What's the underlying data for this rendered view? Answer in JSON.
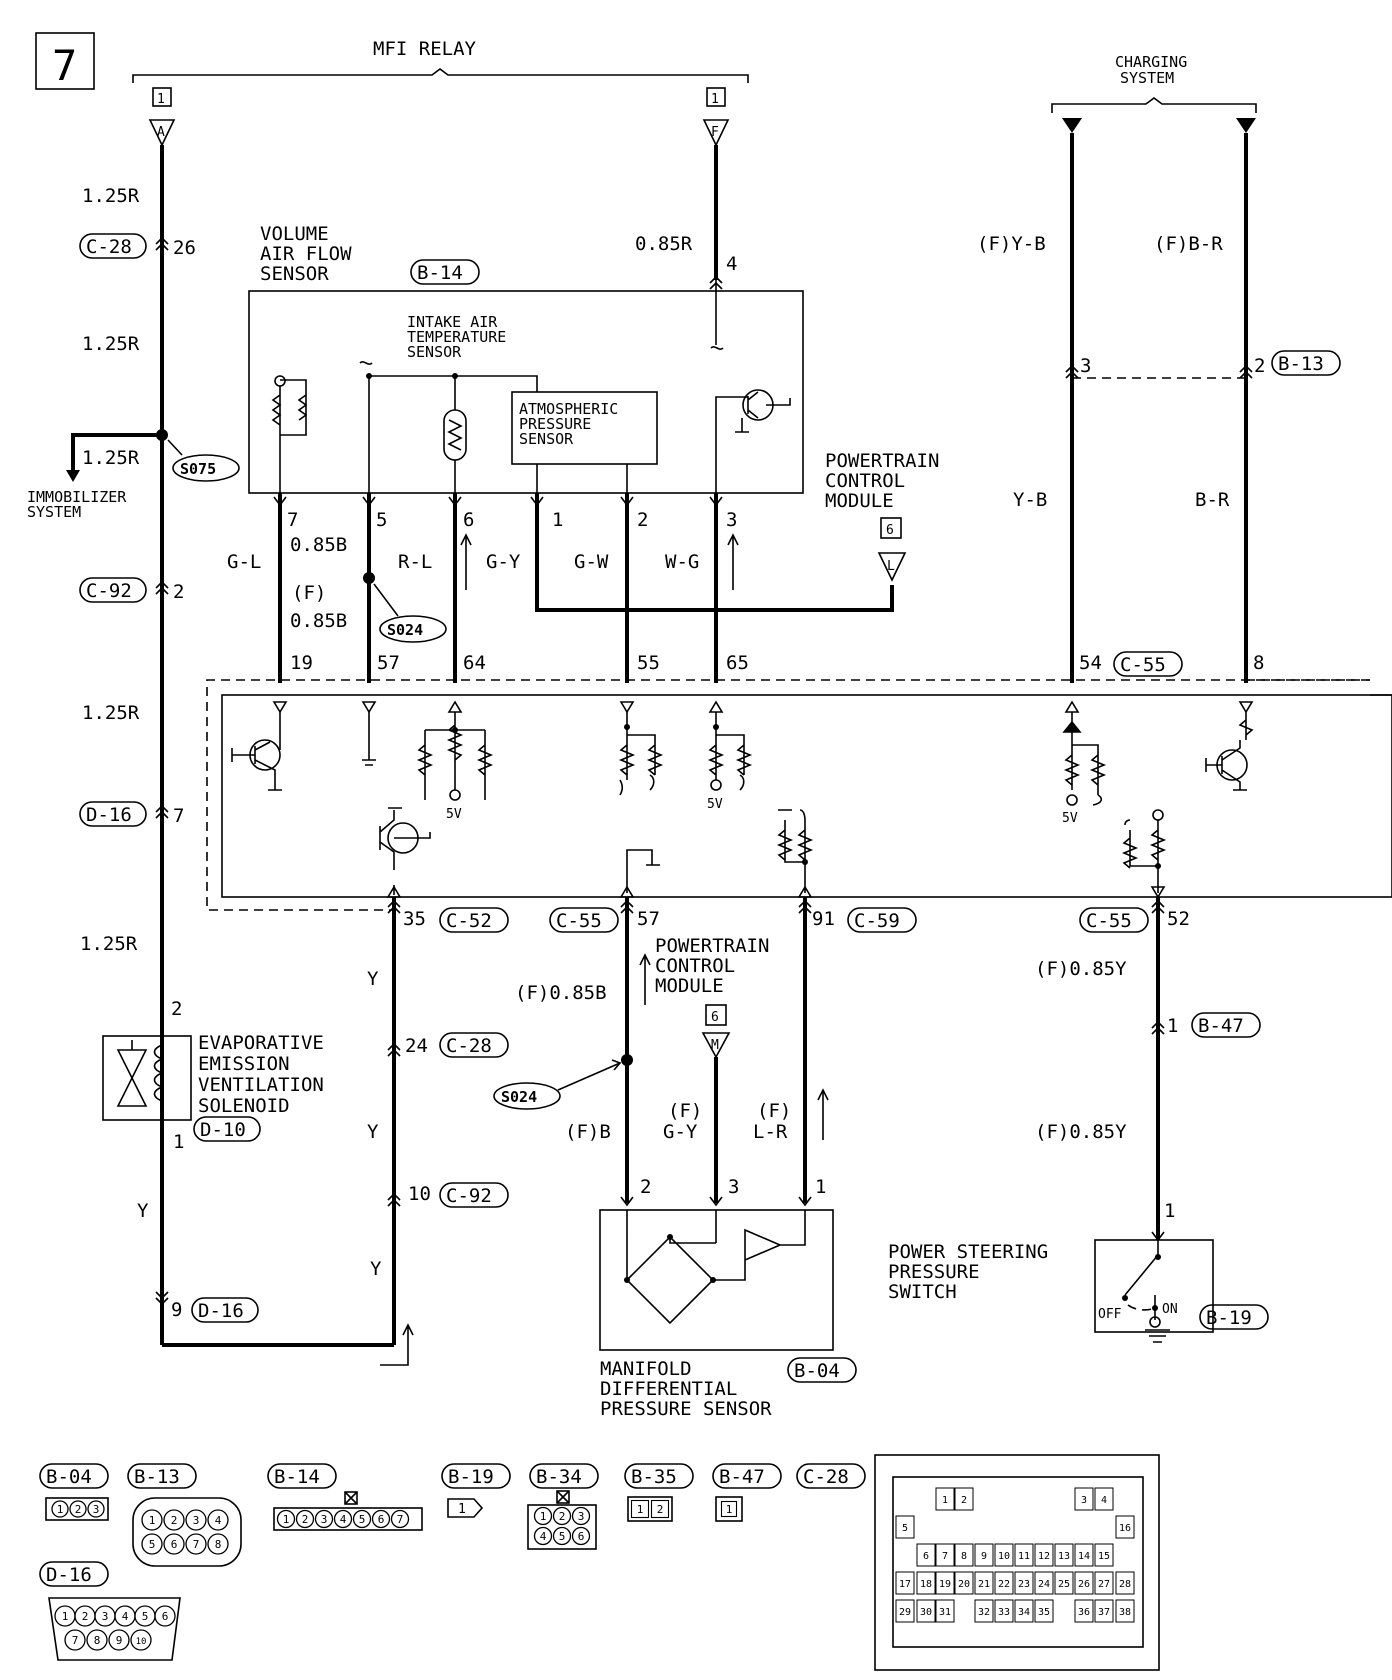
{
  "page_number": "7",
  "mfi_relay": {
    "title": "MFI RELAY",
    "ref_a": "1",
    "pin_a": "A",
    "ref_f": "1",
    "pin_f": "F"
  },
  "charging_system": {
    "line1": "CHARGING",
    "line2": "SYSTEM"
  },
  "left_wire": {
    "w1": "1.25R",
    "c28": "C-28",
    "c28_pin": "26",
    "w2": "1.25R",
    "w3": "1.25R",
    "s075": "S075",
    "immobilizer_1": "IMMOBILIZER",
    "immobilizer_2": "SYSTEM",
    "c92": "C-92",
    "c92_pin": "2",
    "w4": "1.25R",
    "d16": "D-16",
    "d16_pin": "7",
    "w5": "1.25R",
    "sol_pin_top": "2",
    "sol_pin_bot": "1",
    "d10": "D-10",
    "w6": "Y",
    "d16_b": "D-16",
    "d16_b_pin": "9"
  },
  "evap": {
    "line1": "EVAPORATIVE",
    "line2": "EMISSION",
    "line3": "VENTILATION",
    "line4": "SOLENOID"
  },
  "maf": {
    "line1": "VOLUME",
    "line2": "AIR FLOW",
    "line3": "SENSOR",
    "conn": "B-14",
    "iat1": "INTAKE AIR",
    "iat2": "TEMPERATURE",
    "iat3": "SENSOR",
    "atm1": "ATMOSPHERIC",
    "atm2": "PRESSURE",
    "atm3": "SENSOR"
  },
  "maf_pins": [
    {
      "pin": "7",
      "color": "G-L",
      "pcm": "19"
    },
    {
      "pin": "5",
      "color": "0.85B",
      "pcm": "57"
    },
    {
      "pin": "6",
      "color": "R-L",
      "pcm": "64"
    },
    {
      "pin": "1",
      "color": "G-Y"
    },
    {
      "pin": "2",
      "color": "G-W",
      "pcm": "55"
    },
    {
      "pin": "3",
      "color": "W-G",
      "pcm": "65"
    }
  ],
  "s024_a": "S024",
  "f085b_1": "(F)",
  "f085b_2": "0.85B",
  "relay_f_wire": {
    "color": "0.85R",
    "pin": "4"
  },
  "pcm_ref_l": {
    "line1": "POWERTRAIN",
    "line2": "CONTROL",
    "line3": "MODULE",
    "ref": "6",
    "pin": "L"
  },
  "charging_wires": {
    "yb_f": "(F)Y-B",
    "br_f": "(F)B-R",
    "pin3": "3",
    "pin2": "2",
    "b13": "B-13",
    "yb": "Y-B",
    "br": "B-R",
    "pin54": "54",
    "c55": "C-55",
    "pin8": "8"
  },
  "pcm_internal": {
    "v5a": "5V",
    "v5b": "5V",
    "v5c": "5V"
  },
  "bottom_pins": {
    "p35": "35",
    "c52": "C-52",
    "y1": "Y",
    "p24": "24",
    "c28": "C-28",
    "y2": "Y",
    "p10": "10",
    "c92": "C-92",
    "y3": "Y",
    "c55": "C-55",
    "p57": "57",
    "p91": "91",
    "c59": "C-59",
    "c55b": "C-55",
    "p52": "52"
  },
  "pcm_ref_m": {
    "line1": "POWERTRAIN",
    "line2": "CONTROL",
    "line3": "MODULE",
    "ref": "6",
    "pin": "M"
  },
  "mdp": {
    "fb085": "(F)0.85B",
    "s024": "S024",
    "fb": "(F)B",
    "gy_f": "(F)",
    "gy": "G-Y",
    "lr_f": "(F)",
    "lr": "L-R",
    "pin2": "2",
    "pin3": "3",
    "pin1": "1",
    "line1": "MANIFOLD",
    "line2": "DIFFERENTIAL",
    "line3": "PRESSURE SENSOR",
    "conn": "B-04"
  },
  "ps": {
    "w1": "(F)0.85Y",
    "pin1": "1",
    "b47": "B-47",
    "w2": "(F)0.85Y",
    "pin1b": "1",
    "line1": "POWER STEERING",
    "line2": "PRESSURE",
    "line3": "SWITCH",
    "off": "OFF",
    "on": "ON",
    "conn": "B-19"
  },
  "connectors": {
    "b04": "B-04",
    "b13": "B-13",
    "b14": "B-14",
    "b19": "B-19",
    "b34": "B-34",
    "b35": "B-35",
    "b47": "B-47",
    "c28": "C-28",
    "d16": "D-16",
    "b04_pins": [
      "1",
      "2",
      "3"
    ],
    "b13_pins": [
      "1",
      "2",
      "3",
      "4",
      "5",
      "6",
      "7",
      "8"
    ],
    "b14_pins": [
      "1",
      "2",
      "3",
      "4",
      "5",
      "6",
      "7"
    ],
    "b19_pins": [
      "1"
    ],
    "b34_pins": [
      "1",
      "2",
      "3",
      "4",
      "5",
      "6"
    ],
    "b35_pins": [
      "1",
      "2"
    ],
    "b47_pins": [
      "1"
    ],
    "d16_pins": [
      "1",
      "2",
      "3",
      "4",
      "5",
      "6",
      "7",
      "8",
      "9",
      "10"
    ],
    "c28_pins": [
      "1",
      "2",
      "3",
      "4",
      "5",
      "6",
      "7",
      "8",
      "9",
      "10",
      "11",
      "12",
      "13",
      "14",
      "15",
      "16",
      "17",
      "18",
      "19",
      "20",
      "21",
      "22",
      "23",
      "24",
      "25",
      "26",
      "27",
      "28",
      "29",
      "30",
      "31",
      "32",
      "33",
      "34",
      "35",
      "36",
      "37",
      "38"
    ]
  }
}
